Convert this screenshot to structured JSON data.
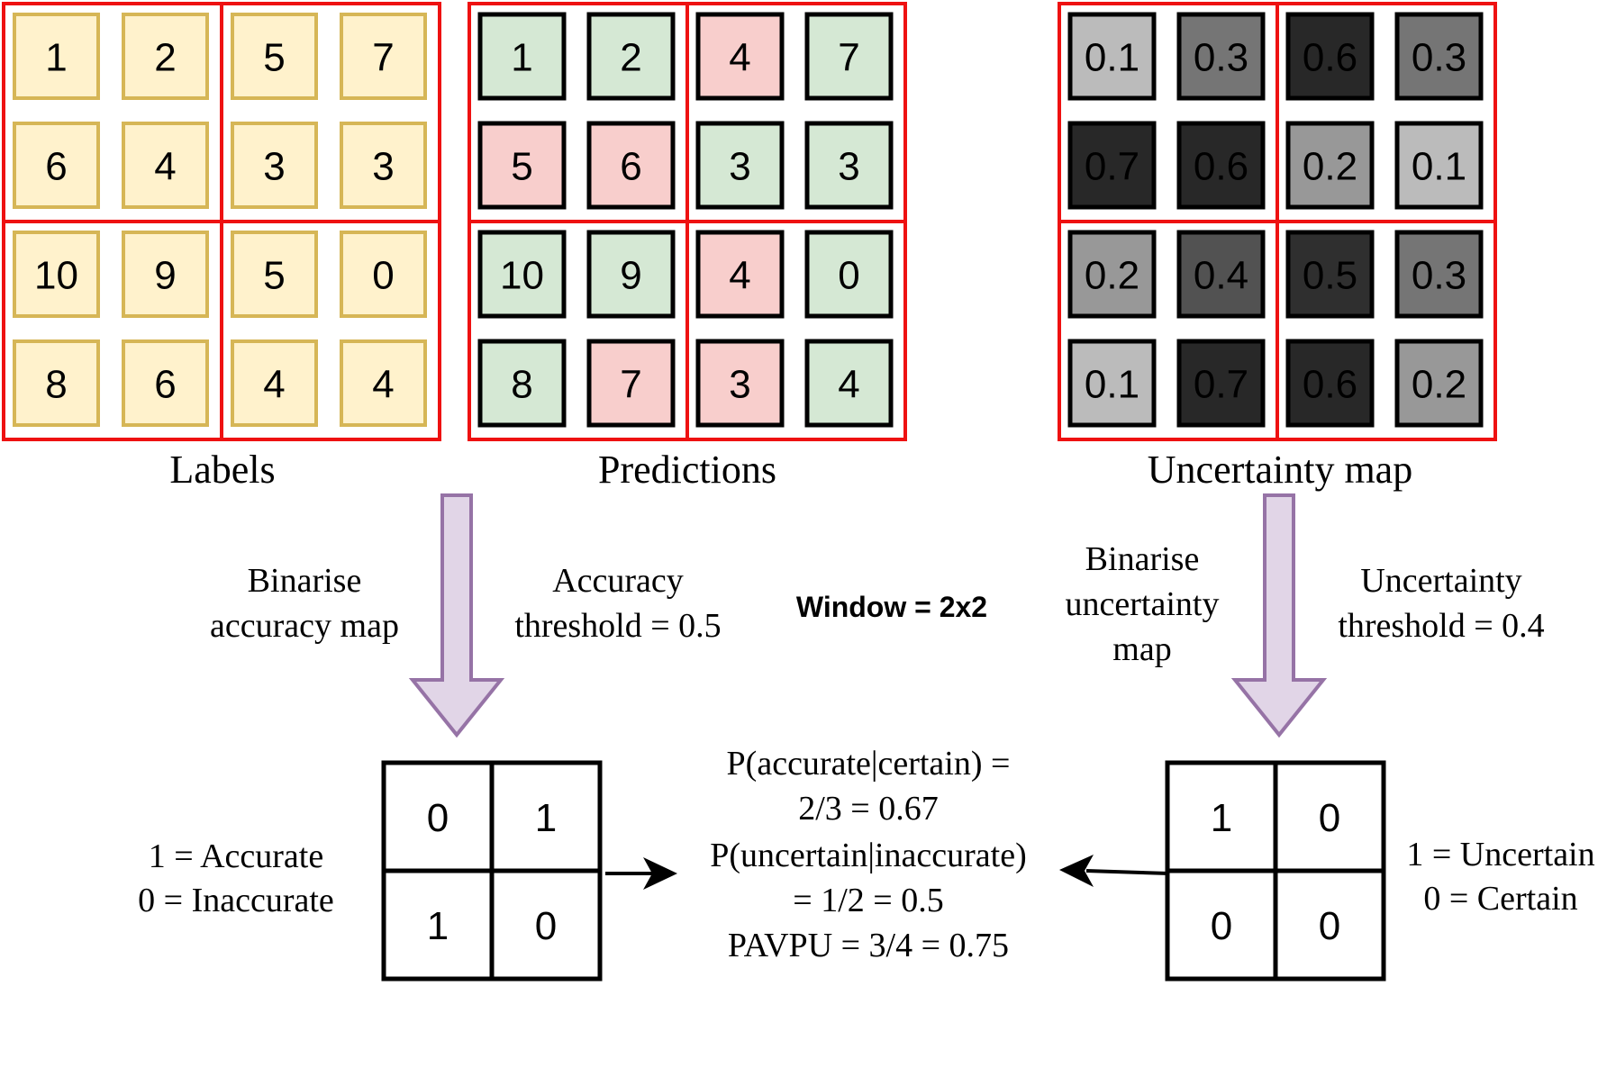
{
  "grids": {
    "labels": {
      "caption": "Labels",
      "values": [
        [
          "1",
          "2",
          "5",
          "7"
        ],
        [
          "6",
          "4",
          "3",
          "3"
        ],
        [
          "10",
          "9",
          "5",
          "0"
        ],
        [
          "8",
          "6",
          "4",
          "4"
        ]
      ]
    },
    "predictions": {
      "caption": "Predictions",
      "values": [
        [
          "1",
          "2",
          "4",
          "7"
        ],
        [
          "5",
          "6",
          "3",
          "3"
        ],
        [
          "10",
          "9",
          "4",
          "0"
        ],
        [
          "8",
          "7",
          "3",
          "4"
        ]
      ],
      "correct": [
        [
          true,
          true,
          false,
          true
        ],
        [
          false,
          false,
          true,
          true
        ],
        [
          true,
          true,
          false,
          true
        ],
        [
          true,
          false,
          false,
          true
        ]
      ]
    },
    "uncertainty": {
      "caption": "Uncertainty map",
      "values": [
        [
          "0.1",
          "0.3",
          "0.6",
          "0.3"
        ],
        [
          "0.7",
          "0.6",
          "0.2",
          "0.1"
        ],
        [
          "0.2",
          "0.4",
          "0.5",
          "0.3"
        ],
        [
          "0.1",
          "0.7",
          "0.6",
          "0.2"
        ]
      ]
    }
  },
  "steps": {
    "accuracy": {
      "label_line1": "Binarise",
      "label_line2": "accuracy map",
      "threshold_line1": "Accuracy",
      "threshold_line2": "threshold = 0.5"
    },
    "window": "Window = 2x2",
    "uncertainty": {
      "label_line1": "Binarise",
      "label_line2": "uncertainty",
      "label_line3": "map",
      "threshold_line1": "Uncertainty",
      "threshold_line2": "threshold = 0.4"
    }
  },
  "binary": {
    "accuracy": {
      "values": [
        [
          "0",
          "1"
        ],
        [
          "1",
          "0"
        ]
      ],
      "legend_line1": "1 = Accurate",
      "legend_line2": "0 = Inaccurate"
    },
    "uncertainty": {
      "values": [
        [
          "1",
          "0"
        ],
        [
          "0",
          "0"
        ]
      ],
      "legend_line1": "1 = Uncertain",
      "legend_line2": "0 = Certain"
    }
  },
  "results": {
    "line1": "P(accurate|certain) =",
    "line2": "2/3 = 0.67",
    "line3": "P(uncertain|inaccurate)",
    "line4": "= 1/2 = 0.5",
    "line5": "PAVPU = 3/4 = 0.75"
  },
  "colors": {
    "window_border": "#ee1111",
    "label_fill": "#fff2cc",
    "label_stroke": "#d6b656",
    "correct_fill": "#d5e8d4",
    "wrong_fill": "#f8cecc",
    "arrow_fill": "#e1d5e7",
    "arrow_stroke": "#9673a6"
  }
}
